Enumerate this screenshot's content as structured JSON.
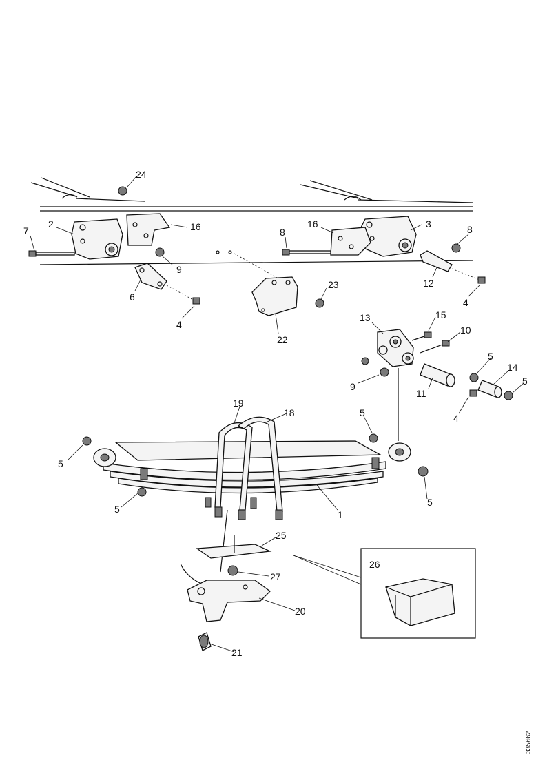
{
  "diagram": {
    "reference_number": "335662",
    "callouts": {
      "c1": "1",
      "c2": "2",
      "c3": "3",
      "c4a": "4",
      "c4b": "4",
      "c4c": "4",
      "c5a": "5",
      "c5b": "5",
      "c5c": "5",
      "c5d": "5",
      "c5e": "5",
      "c5f": "5",
      "c6": "6",
      "c7": "7",
      "c8a": "8",
      "c8b": "8",
      "c9a": "9",
      "c9b": "9",
      "c10": "10",
      "c11": "11",
      "c12": "12",
      "c13": "13",
      "c14": "14",
      "c15": "15",
      "c16a": "16",
      "c16b": "16",
      "c18": "18",
      "c19": "19",
      "c20": "20",
      "c21": "21",
      "c22": "22",
      "c23": "23",
      "c24": "24",
      "c25": "25",
      "c26": "26",
      "c27": "27"
    }
  }
}
